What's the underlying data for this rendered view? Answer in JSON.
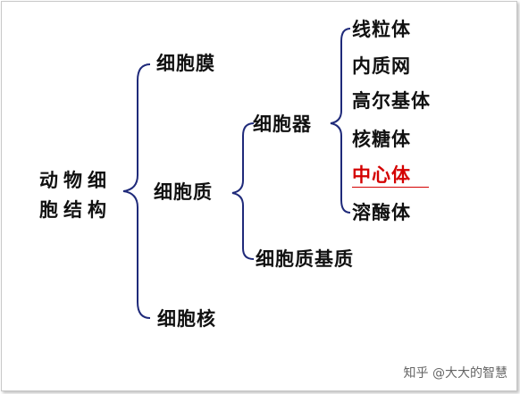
{
  "root": {
    "line1": "动物细",
    "line2": "胞结构"
  },
  "level1": {
    "membrane": "细胞膜",
    "cytoplasm": "细胞质",
    "nucleus": "细胞核"
  },
  "level2": {
    "organelles": "细胞器",
    "matrix": "细胞质基质"
  },
  "organelles": [
    "线粒体",
    "内质网",
    "高尔基体",
    "核糖体",
    "中心体",
    "溶酶体"
  ],
  "highlight_color": "#d40000",
  "brace_color": "#1f2a7a",
  "watermark": "知乎 @大大的智慧"
}
